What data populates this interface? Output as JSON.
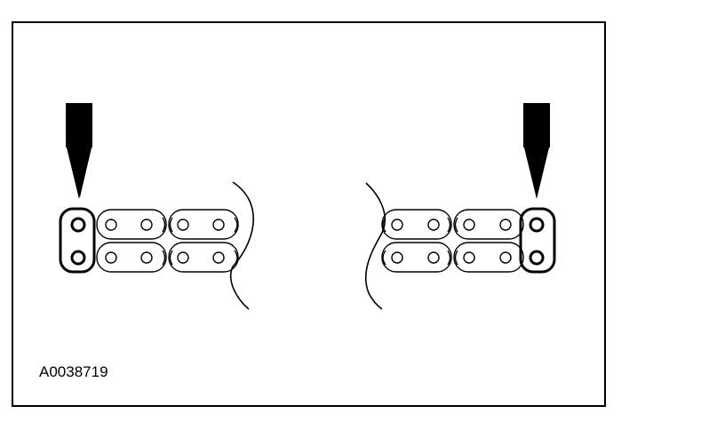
{
  "figure": {
    "id_label": "A0038719",
    "colors": {
      "ink": "#000000",
      "paper": "#ffffff"
    }
  },
  "chains": [
    {
      "side": "left",
      "arrow": "down-arrow",
      "highlighted_link": "outer-end-plate"
    },
    {
      "side": "right",
      "arrow": "down-arrow",
      "highlighted_link": "outer-end-plate"
    }
  ]
}
